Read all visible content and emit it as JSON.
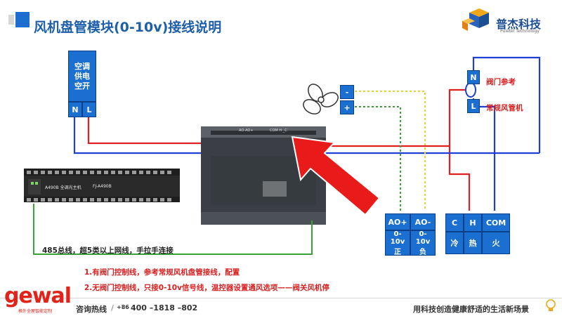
{
  "header": {
    "title": "风机盘管模块(0-10v)接线说明",
    "brand_name": "普杰科技",
    "brand_en": "Puietel  Technology"
  },
  "breaker": {
    "label_lines": [
      "空调",
      "供电",
      "空开"
    ],
    "terminals": [
      "N",
      "L"
    ]
  },
  "fan": {
    "terminals": [
      "-",
      "+"
    ]
  },
  "valve": {
    "terminals": [
      "N",
      "L"
    ],
    "label_top": "阀门参考",
    "label_bottom": "常规风管机"
  },
  "module": {
    "terminal_strip": "COM  H  _C",
    "strip_side": "AO-AO+"
  },
  "controller": {
    "label": "A490B 全调光主机",
    "model": "FJ-A490B"
  },
  "ao_terminals": [
    {
      "name": "AO+",
      "desc": "0-10v正"
    },
    {
      "name": "AO-",
      "desc": "0-10v负"
    }
  ],
  "valve_terminals": [
    {
      "name": "C",
      "desc": "冷"
    },
    {
      "name": "H",
      "desc": "热"
    },
    {
      "name": "COM",
      "desc": "火"
    }
  ],
  "bus": {
    "text": "485总线，超5类以上网线，手拉手连接"
  },
  "notes": [
    "1.有阀门控制线，参考常规风机盘管接线，配置",
    "2.无阀门控制线，只接0-10v信号线，温控器设置通风选项——阀关风机停"
  ],
  "footer": {
    "logo": "gewal",
    "logo_sub": "格外全屋智能定制",
    "hotline_label": "咨询热线",
    "hotline_prefix": "+86",
    "hotline_number": "400 –1818 –802",
    "slogan": "用科技创造健康舒适的生活新场景"
  },
  "colors": {
    "accent_blue": "#1a6fd0",
    "wire_red": "#e02020",
    "wire_blue": "#1f3fd6",
    "wire_green": "#3aa338",
    "wire_yellow": "#e8cf3a",
    "arrow_red": "#e81a1a"
  }
}
